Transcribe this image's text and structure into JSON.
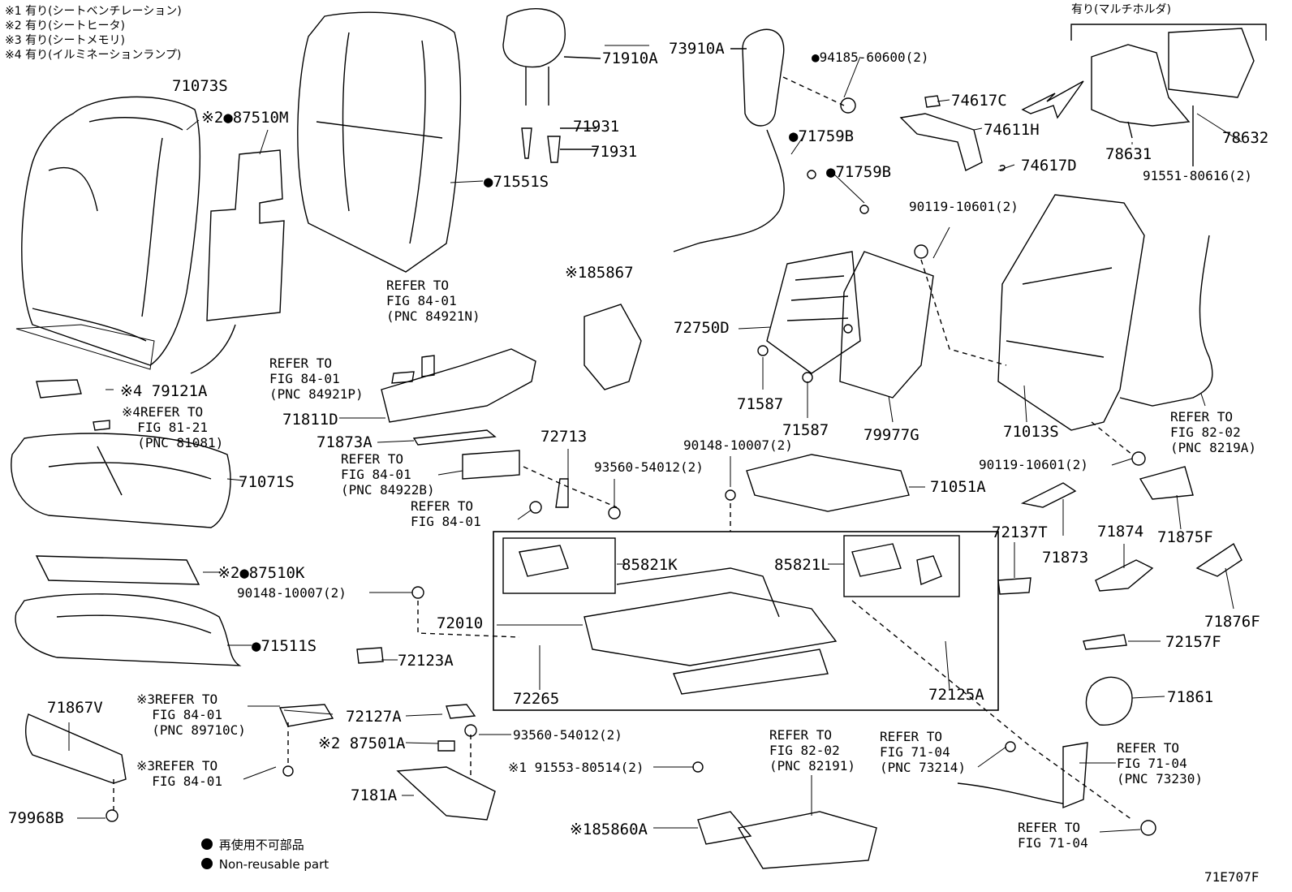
{
  "notes": [
    "※1 有り(シートベンチレーション)",
    "※2 有り(シートヒータ)",
    "※3 有り(シートメモリ)",
    "※4 有り(イルミネーションランプ)"
  ],
  "top_right_note": "有り(マルチホルダ)",
  "parts": {
    "p71073S": "71073S",
    "p87510M": "※2●87510M",
    "p71551S": "●71551S",
    "p71910A": "71910A",
    "p71931a": "71931",
    "p71931b": "71931",
    "p73910A": "73910A",
    "p94185": "●94185-60600(2)",
    "p71759B1": "●71759B",
    "p71759B2": "●71759B",
    "p74617C": "74617C",
    "p74611H": "74611H",
    "p74617D": "74617D",
    "p78631": "78631",
    "p78632": "78632",
    "p91551": "91551-80616(2)",
    "p90119a": "90119-10601(2)",
    "p85867": "※185867",
    "p72750D": "72750D",
    "p71587a": "71587",
    "p71587b": "71587",
    "p79977G": "79977G",
    "p71013S": "71013S",
    "p79121A": "※4 79121A",
    "p71811D": "71811D",
    "p71873A": "71873A",
    "p72713": "72713",
    "p93560a": "93560-54012(2)",
    "p90148a": "90148-10007(2)",
    "p71051A": "71051A",
    "p90119b": "90119-10601(2)",
    "p71071S": "71071S",
    "p87510K": "※2●87510K",
    "p90148b": "90148-10007(2)",
    "p85821K": "85821K",
    "p85821L": "85821L",
    "p72137T": "72137T",
    "p71873": "71873",
    "p71874": "71874",
    "p71875F": "71875F",
    "p71876F": "71876F",
    "p72010": "72010",
    "p71511S": "●71511S",
    "p72123A": "72123A",
    "p72265": "72265",
    "p72125A": "72125A",
    "p72157F": "72157F",
    "p71861": "71861",
    "p71867V": "71867V",
    "p72127A": "72127A",
    "p87501A": "※2 87501A",
    "p93560b": "93560-54012(2)",
    "p91553": "※1 91553-80514(2)",
    "p7181A": "7181A",
    "p79968B": "79968B",
    "p85860A": "※185860A",
    "code": "71E707F"
  },
  "refs": {
    "r1": "REFER TO\nFIG 84-01\n(PNC 84921N)",
    "r2": "REFER TO\nFIG 84-01\n(PNC 84921P)",
    "r3": "※4REFER TO\n  FIG 81-21\n  (PNC 81081)",
    "r4": "REFER TO\nFIG 84-01\n(PNC 84922B)",
    "r5": "REFER TO\nFIG 84-01",
    "r6": "REFER TO\nFIG 82-02\n(PNC 8219A)",
    "r7": "※3REFER TO\n  FIG 84-01\n  (PNC 89710C)",
    "r8": "※3REFER TO\n  FIG 84-01",
    "r9": "REFER TO\nFIG 82-02\n(PNC 82191)",
    "r10": "REFER TO\nFIG 71-04\n(PNC 73214)",
    "r11": "REFER TO\nFIG 71-04\n(PNC 73230)",
    "r12": "REFER TO\nFIG 71-04"
  },
  "legend": {
    "ja": "再使用不可部品",
    "en": "Non-reusable part"
  }
}
